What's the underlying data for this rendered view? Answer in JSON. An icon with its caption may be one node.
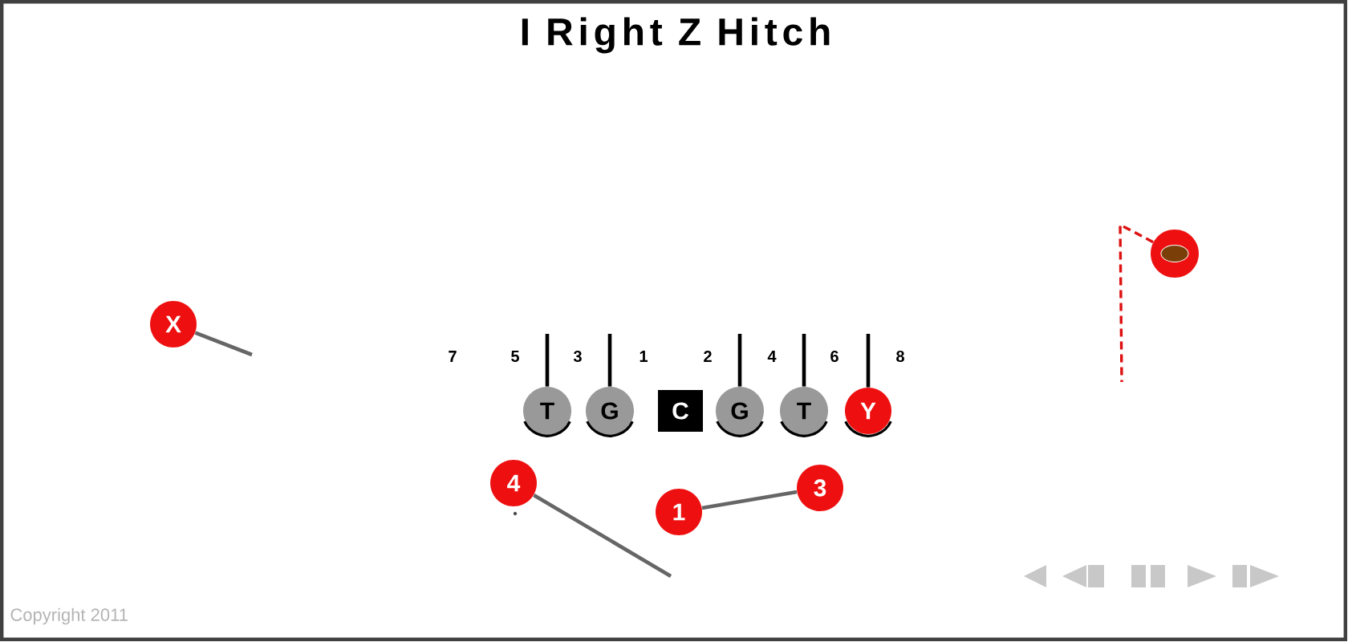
{
  "diagram": {
    "title": "I Right Z Hitch",
    "nodes": [
      {
        "text": [
          "X"
        ]
      },
      {
        "text": [
          "T"
        ]
      },
      {
        "text": [
          "G"
        ]
      },
      {
        "text": [
          "C"
        ]
      },
      {
        "text": [
          "G"
        ]
      },
      {
        "text": [
          "T"
        ]
      },
      {
        "text": [
          "Y"
        ]
      },
      {
        "text": [],
        "shape": "circle"
      },
      {
        "text": [
          "4"
        ]
      },
      {
        "text": [
          "1"
        ]
      },
      {
        "text": [
          "3"
        ]
      }
    ],
    "edges": [
      {
        "from": 0,
        "to": null,
        "arrow": "none",
        "color": "#666666"
      },
      {
        "from": 1,
        "to": null,
        "arrow": "none"
      },
      {
        "from": 2,
        "to": null,
        "arrow": "none"
      },
      {
        "from": 4,
        "to": null,
        "arrow": "none"
      },
      {
        "from": 5,
        "to": null,
        "arrow": "none"
      },
      {
        "from": 6,
        "to": null,
        "arrow": "none"
      },
      {
        "from": 7,
        "to": null,
        "arrow": "none",
        "style": "dashed",
        "color": "#dd1111"
      },
      {
        "from": 8,
        "to": null,
        "arrow": "none",
        "color": "#666666"
      },
      {
        "from": 9,
        "to": 10,
        "arrow": "none",
        "color": "#666666"
      }
    ],
    "labels": [
      "7",
      "5",
      "3",
      "1",
      "2",
      "4",
      "6",
      "8",
      "Copyright 2011"
    ]
  }
}
